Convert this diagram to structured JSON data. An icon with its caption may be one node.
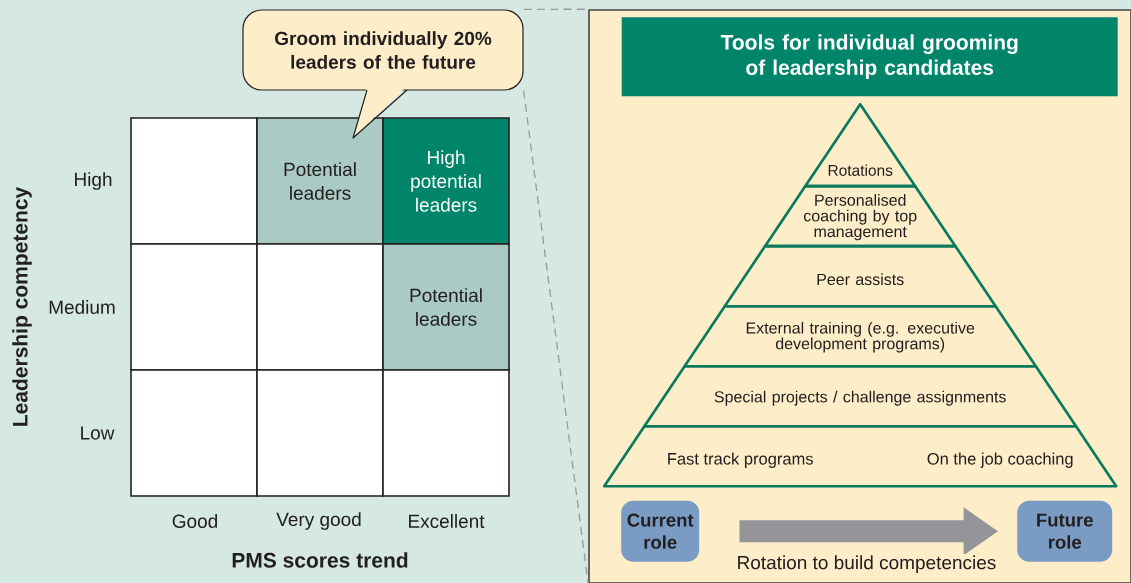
{
  "diagram": {
    "nodes": [
      {
        "text": [
          "Groom individually 20% leaders of the future"
        ]
      },
      {
        "text": [],
        "shape": "box"
      },
      {
        "text": [
          "Potential leaders"
        ]
      },
      {
        "text": [
          "High potential leaders"
        ]
      },
      {
        "text": [],
        "shape": "box"
      },
      {
        "text": [],
        "shape": "box"
      },
      {
        "text": [
          "Potential leaders"
        ]
      },
      {
        "text": [],
        "shape": "box"
      },
      {
        "text": [],
        "shape": "box"
      },
      {
        "text": [],
        "shape": "box"
      },
      {
        "text": [],
        "shape": "box"
      },
      {
        "text": [
          "Tools for individual grooming of leadership candidates"
        ],
        "in": 10
      },
      {
        "text": [
          "Rotations"
        ],
        "in": 10
      },
      {
        "text": [
          "Personalised coaching by top management"
        ],
        "in": 10
      },
      {
        "text": [
          "Peer assists"
        ],
        "in": 10
      },
      {
        "text": [
          "External training (e.g. executive development programs)"
        ],
        "in": 10
      },
      {
        "text": [
          "Special projects / challenge assignments"
        ],
        "in": 10
      },
      {
        "text": [
          "Fast track programs",
          "On the job coaching"
        ],
        "in": 10
      },
      {
        "text": [
          "Current role"
        ],
        "in": 10
      },
      {
        "text": [
          "Future role"
        ],
        "in": 10
      }
    ],
    "edges": [
      {
        "from": 0,
        "to": 10,
        "arrow": "none",
        "style": "dashed"
      },
      {
        "from": 0,
        "to": 10,
        "arrow": "none",
        "style": "dashed"
      },
      {
        "from": 18,
        "to": 19,
        "arrow": "to",
        "style": "thick",
        "label": "Rotation to build competencies"
      }
    ],
    "labels": [
      "Leadership competency",
      "High",
      "Medium",
      "Low",
      "Good",
      "Very good",
      "Excellent",
      "PMS scores trend"
    ]
  }
}
